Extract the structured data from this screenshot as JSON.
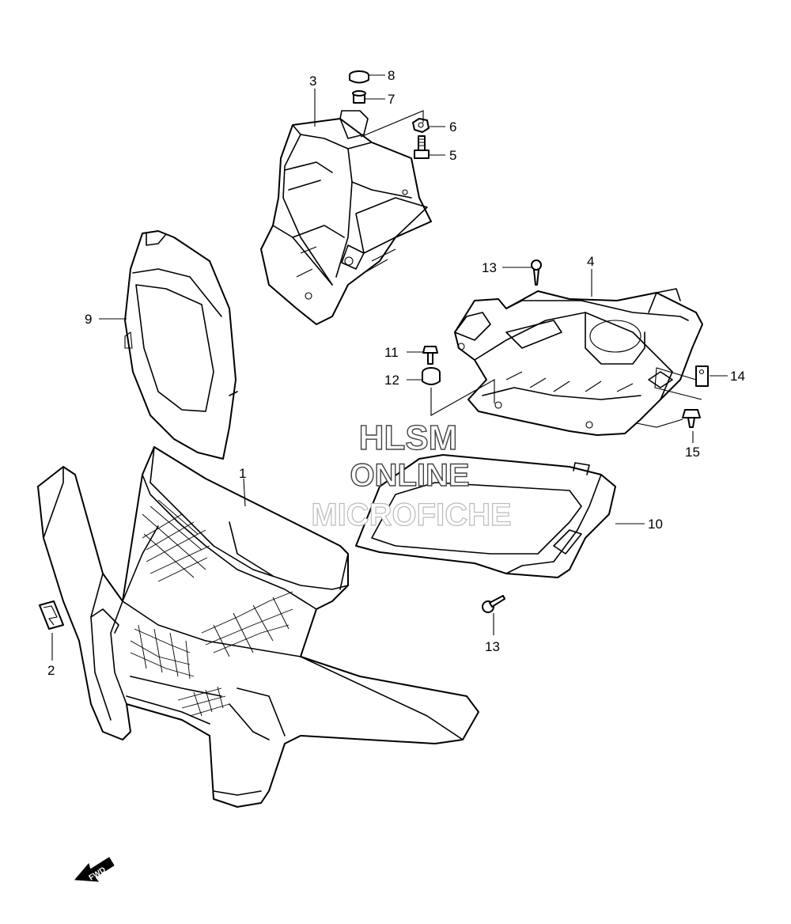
{
  "diagram": {
    "callouts": [
      {
        "id": "1",
        "label": "1"
      },
      {
        "id": "2",
        "label": "2"
      },
      {
        "id": "3",
        "label": "3"
      },
      {
        "id": "4",
        "label": "4"
      },
      {
        "id": "5",
        "label": "5"
      },
      {
        "id": "6",
        "label": "6"
      },
      {
        "id": "7",
        "label": "7"
      },
      {
        "id": "8",
        "label": "8"
      },
      {
        "id": "9",
        "label": "9"
      },
      {
        "id": "10",
        "label": "10"
      },
      {
        "id": "11",
        "label": "11"
      },
      {
        "id": "12",
        "label": "12"
      },
      {
        "id": "13a",
        "label": "13"
      },
      {
        "id": "13b",
        "label": "13"
      },
      {
        "id": "14",
        "label": "14"
      },
      {
        "id": "15",
        "label": "15"
      }
    ],
    "watermark": {
      "line1": "HLSM",
      "line2": "ONLINE",
      "line3": "MICROFICHE"
    },
    "direction_arrow": {
      "label": "FWD"
    }
  }
}
